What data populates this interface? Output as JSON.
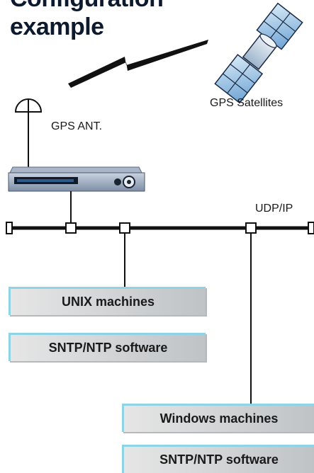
{
  "title": {
    "line1": "Configuration",
    "line2": "example"
  },
  "labels": {
    "gps_satellites": "GPS Satellites",
    "gps_antenna": "GPS ANT.",
    "network_protocol": "UDP/IP"
  },
  "unix_group": {
    "machines": "UNIX machines",
    "software": "SNTP/NTP software"
  },
  "windows_group": {
    "machines": "Windows machines",
    "software": "SNTP/NTP software"
  },
  "colors": {
    "box_border_accent": "#8fd3e6",
    "title": "#0d1a2e",
    "satellite_panel": "#7fb3dc"
  },
  "icons": {
    "satellite": "satellite-icon",
    "antenna": "antenna-icon",
    "device": "time-server-device-icon",
    "signal": "lightning-signal-icon"
  }
}
